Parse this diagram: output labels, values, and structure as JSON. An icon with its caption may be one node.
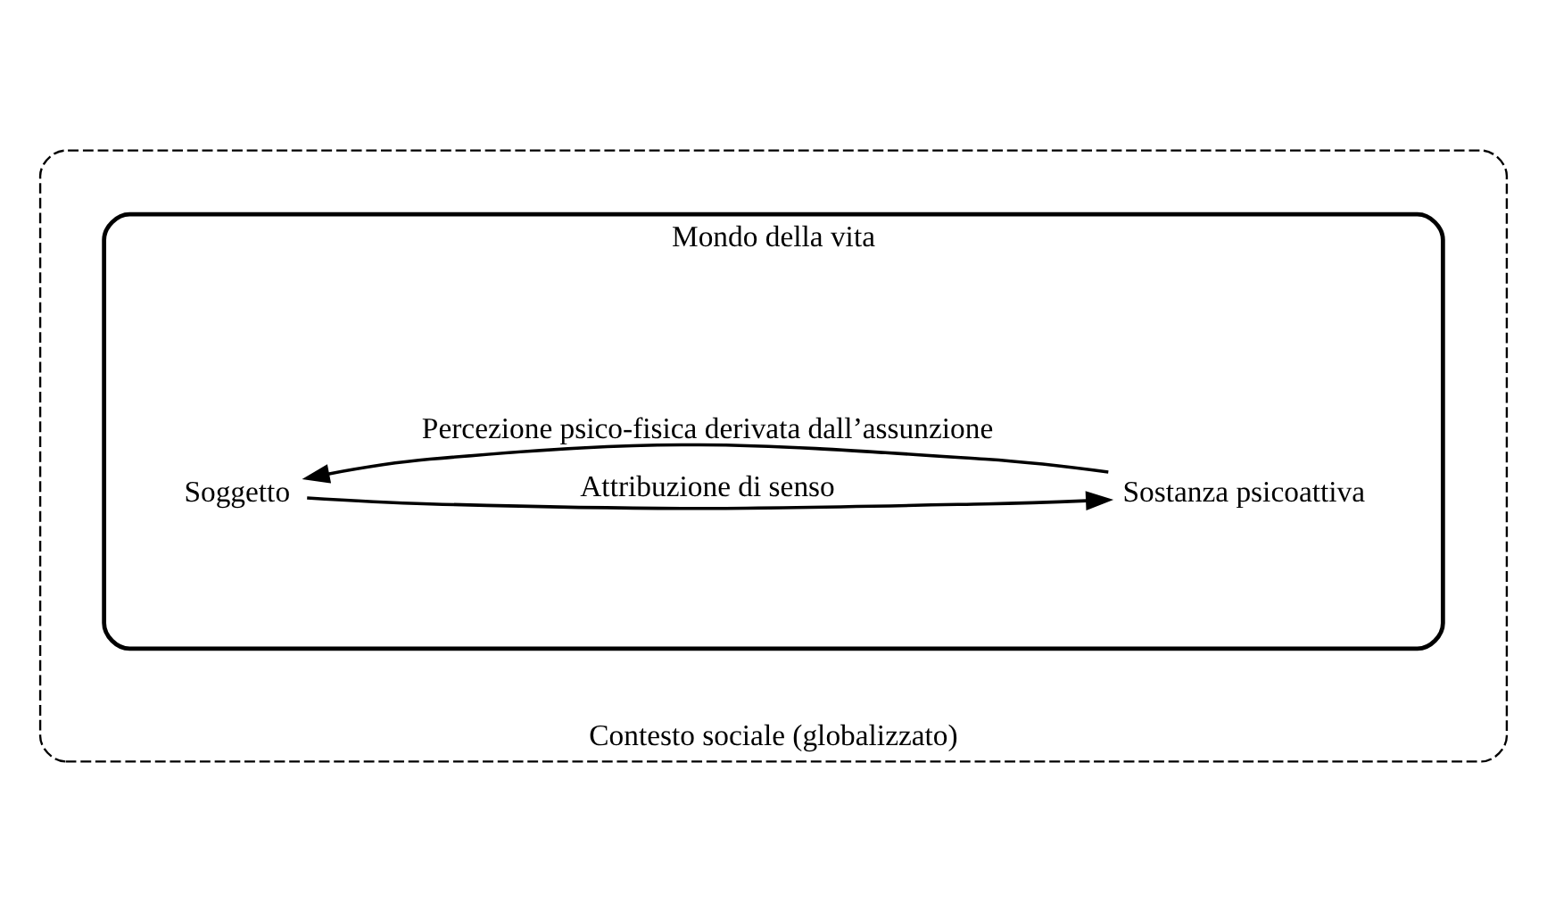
{
  "diagram": {
    "nodes": [
      {
        "text": [
          "Contesto sociale (globalizzato)"
        ]
      },
      {
        "text": [
          "Mondo della vita"
        ],
        "in": 0
      },
      {
        "text": [
          "Soggetto"
        ],
        "in": 1
      },
      {
        "text": [
          "Sostanza psicoattiva"
        ],
        "in": 1
      }
    ],
    "edges": [
      {
        "from": 2,
        "to": 3,
        "arrow": "to",
        "label": "Attribuzione di senso"
      },
      {
        "from": 3,
        "to": 2,
        "arrow": "to",
        "label": "Percezione psico-fisica derivata dall’assunzione"
      }
    ]
  }
}
